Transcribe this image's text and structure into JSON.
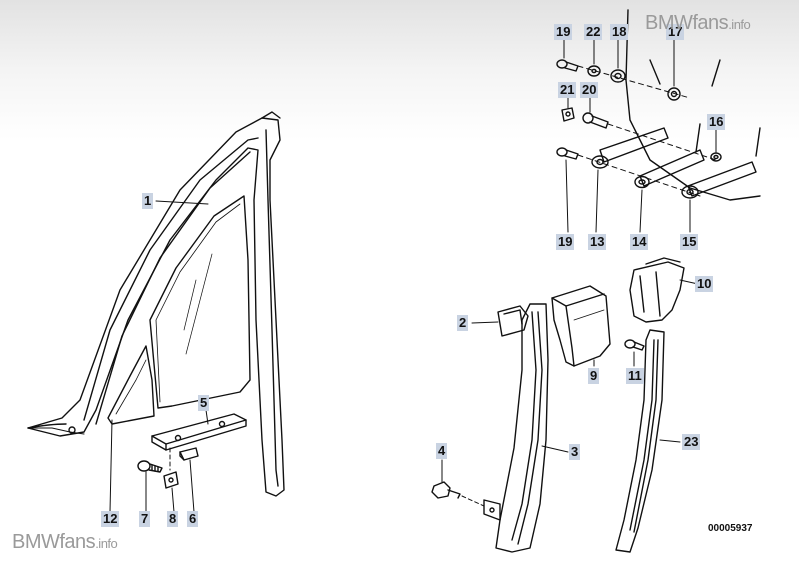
{
  "watermark": {
    "brand": "BMWfans",
    "suffix": ".info"
  },
  "diagram_code": "00005937",
  "labels": {
    "l1": "1",
    "l2": "2",
    "l3": "3",
    "l4": "4",
    "l5": "5",
    "l6": "6",
    "l7": "7",
    "l8": "8",
    "l9": "9",
    "l10": "10",
    "l11": "11",
    "l12": "12",
    "l13": "13",
    "l14": "14",
    "l15": "15",
    "l16": "16",
    "l17": "17",
    "l18": "18",
    "l19a": "19",
    "l19b": "19",
    "l20": "20",
    "l21": "21",
    "l22": "22",
    "l23": "23"
  },
  "colors": {
    "label_bg": "#c9d3e2",
    "line": "#111111",
    "watermark": "#9a9a9a"
  }
}
